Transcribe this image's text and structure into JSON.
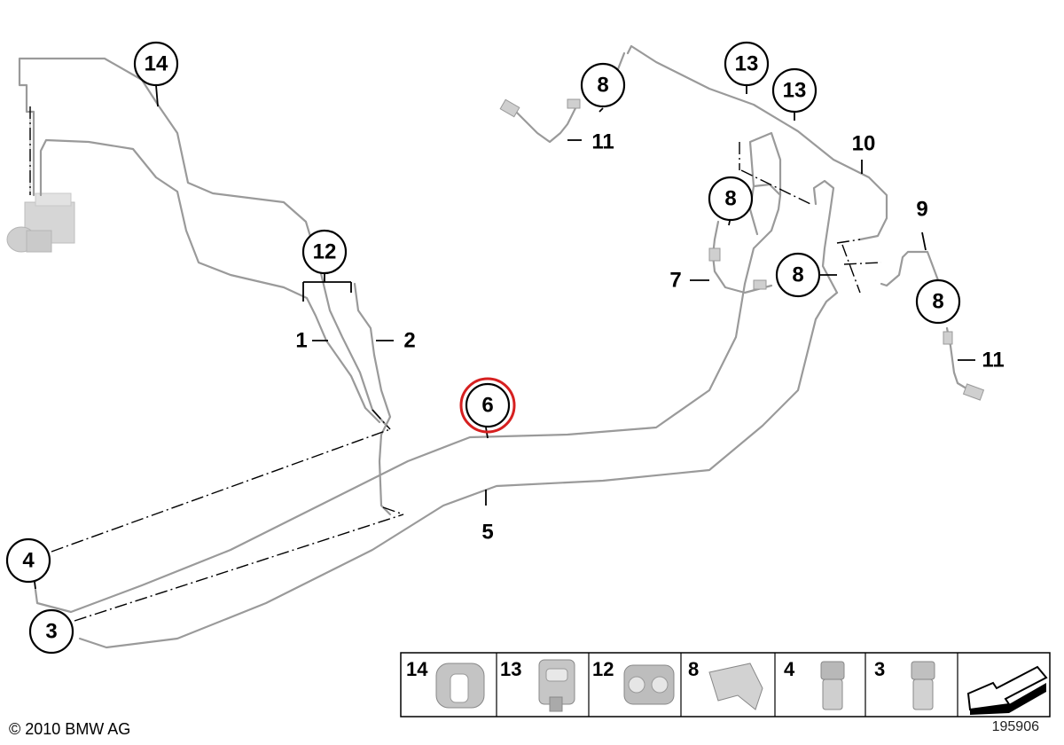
{
  "callouts": {
    "c14": "14",
    "c12": "12",
    "c8a": "8",
    "c13a": "13",
    "c13b": "13",
    "c8b": "8",
    "c8c": "8",
    "c8d": "8",
    "c6": "6",
    "c4": "4",
    "c3": "3"
  },
  "labels": {
    "l1": "1",
    "l2": "2",
    "l5": "5",
    "l7": "7",
    "l9": "9",
    "l10": "10",
    "l11a": "11",
    "l11b": "11"
  },
  "legend": {
    "items": [
      "14",
      "13",
      "12",
      "8",
      "4",
      "3"
    ]
  },
  "footer": {
    "copyright": "© 2010 BMW AG",
    "diagram_id": "195906"
  },
  "colors": {
    "highlight": "#d62020",
    "pipe": "#9a9a9a"
  }
}
